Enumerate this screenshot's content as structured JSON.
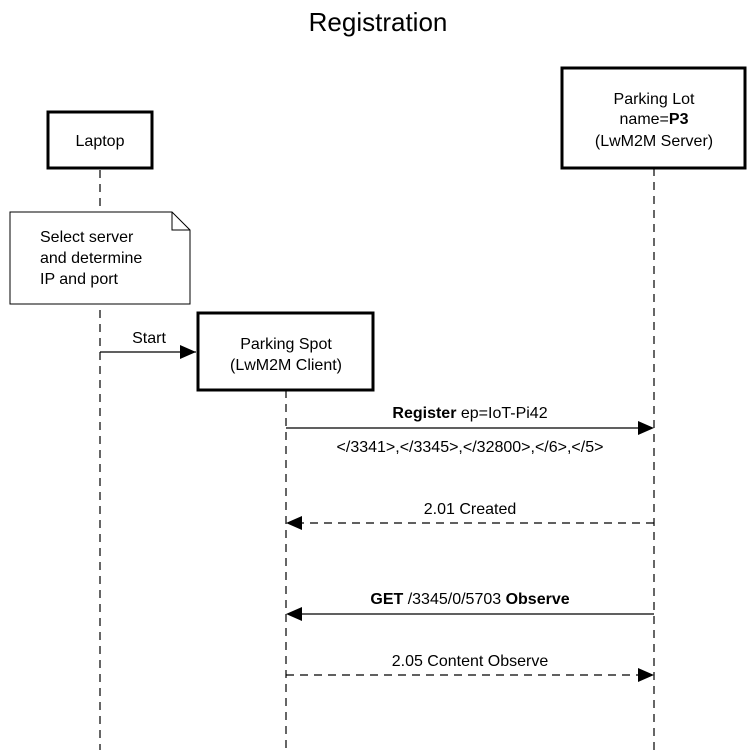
{
  "title": "Registration",
  "participants": {
    "laptop": {
      "label": "Laptop"
    },
    "parking_lot": {
      "line1": "Parking Lot",
      "line2_prefix": "name=",
      "line2_bold": "P3",
      "line3": "(LwM2M Server)"
    },
    "parking_spot": {
      "line1": "Parking Spot",
      "line2": "(LwM2M Client)"
    }
  },
  "note": {
    "lines": [
      "Select server",
      "and determine",
      "IP and port"
    ]
  },
  "messages": {
    "start": {
      "label": "Start",
      "style": "solid"
    },
    "register": {
      "bold": "Register",
      "rest": " ep=IoT-Pi42",
      "sub": "</3341>,</3345>,</32800>,</6>,</5>",
      "style": "solid"
    },
    "created": {
      "label": "2.01 Created",
      "style": "dashed"
    },
    "get_observe": {
      "bold1": "GET",
      "middle": " /3345/0/5703 ",
      "bold2": "Observe",
      "style": "solid"
    },
    "content_observe": {
      "label": "2.05 Content Observe",
      "style": "dashed"
    }
  }
}
